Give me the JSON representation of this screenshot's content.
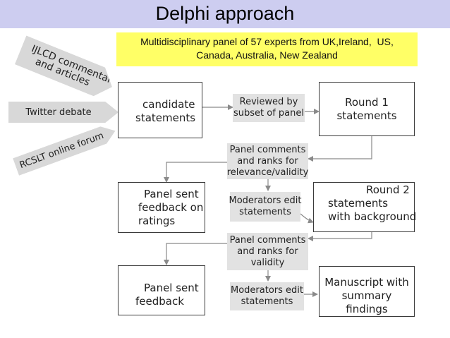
{
  "title": "Delphi approach",
  "note": {
    "line1": "Multidisciplinary panel of 57 experts from UK,Ireland,  US,",
    "line2": "Canada, Australia, New Zealand"
  },
  "sources": {
    "ijlcd_line1": "IJLCD commentaries",
    "ijlcd_line2": "and articles",
    "twitter": "Twitter debate",
    "rcslt": "RCSLT online forum"
  },
  "boxes": {
    "candidate_line1": "candidate",
    "candidate_line2": "statements",
    "reviewed_line1": "Reviewed by",
    "reviewed_line2": "subset of panel",
    "round1_line1": "Round 1",
    "round1_line2": "statements",
    "panel_comments1_line1": "Panel comments",
    "panel_comments1_line2": "and ranks for",
    "panel_comments1_line3": "relevance/validity",
    "feedback_ratings_line1": "Panel sent",
    "feedback_ratings_line2": "feedback on",
    "feedback_ratings_line3": "ratings",
    "moderators1_line1": "Moderators edit",
    "moderators1_line2": "statements",
    "round2_line1": "Round 2",
    "round2_line2": "statements",
    "round2_line3": "with background",
    "panel_comments2_line1": "Panel comments",
    "panel_comments2_line2": "and ranks for",
    "panel_comments2_line3": "validity",
    "feedback_line1": "Panel sent",
    "feedback_line2": "feedback",
    "moderators2_line1": "Moderators edit",
    "moderators2_line2": "statements",
    "manuscript_line1": "Manuscript with",
    "manuscript_line2": "summary",
    "manuscript_line3": "findings"
  },
  "colors": {
    "title_bar": "#cdcdf0",
    "note_bg": "#ffff66",
    "gray_box": "#e2e2e2",
    "source_bg": "#d8d8d8",
    "line": "#8a8a8a"
  }
}
